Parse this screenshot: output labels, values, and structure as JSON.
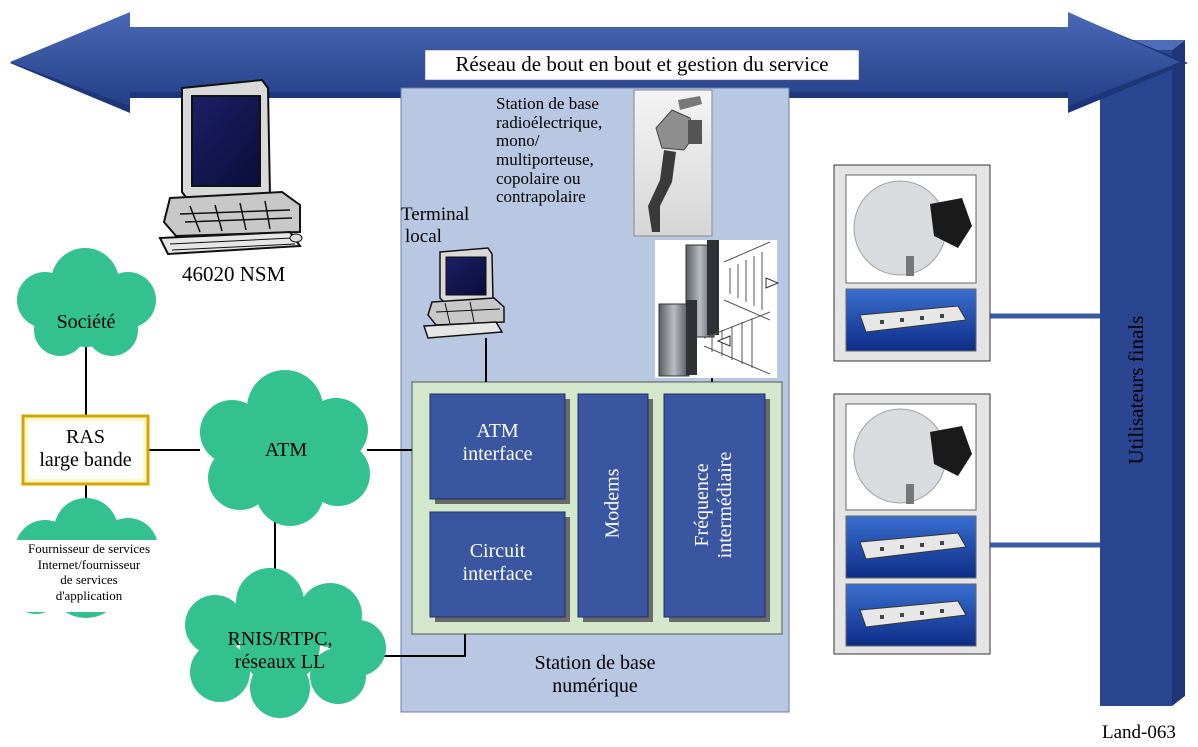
{
  "banner": {
    "label": "Réseau de bout en bout et gestion du service"
  },
  "side_bar": {
    "label": "Utilisateurs finals"
  },
  "nsm": {
    "caption": "46020 NSM"
  },
  "terminal": {
    "caption_line1": "Terminal",
    "caption_line2": "local"
  },
  "radio_station": {
    "lines": [
      "Station de base",
      "radioélectrique,",
      "mono/",
      "multiporteuse,",
      "copolaire ou",
      "contrapolaire"
    ]
  },
  "digital_station": {
    "line1": "Station de base",
    "line2": "numérique"
  },
  "modules": {
    "atm_interface": {
      "line1": "ATM",
      "line2": "interface"
    },
    "circuit_interface": {
      "line1": "Circuit",
      "line2": "interface"
    },
    "modems": "Modems",
    "if_module": {
      "line1": "Fréquence",
      "line2": "intermédiaire"
    }
  },
  "clouds": {
    "societe": "Société",
    "atm": "ATM",
    "rnis": {
      "line1": "RNIS/RTPC,",
      "line2": "réseaux LL"
    },
    "isp": {
      "lines": [
        "Fournisseur de services",
        "Internet/fournisseur",
        "de services",
        "d'application"
      ]
    }
  },
  "ras": {
    "line1": "RAS",
    "line2": "large bande"
  },
  "figure_id": "Land-063",
  "colors": {
    "banner": "#2f4f9e",
    "station_bg": "#b9c9e3",
    "module": "#3a56a0",
    "cloud": "#33c28f",
    "panel": "#d4e8cc"
  }
}
